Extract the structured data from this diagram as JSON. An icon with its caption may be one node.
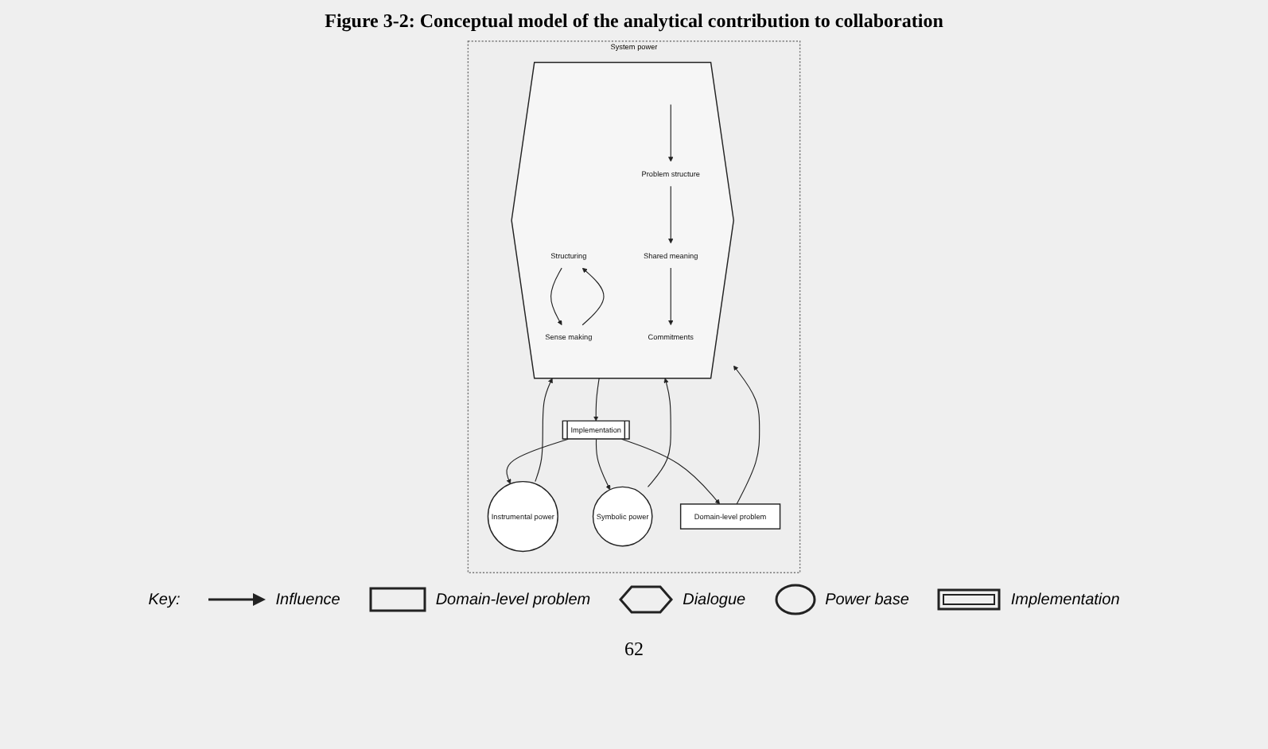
{
  "diagram": {
    "title": "Figure 3-2: Conceptual model of the analytical contribution to collaboration",
    "nodes": [
      {
        "text": [
          "System power"
        ]
      },
      {
        "text": [
          "Instrumental power"
        ],
        "in": 0
      },
      {
        "text": [],
        "shape": "hexagon",
        "in": 0
      },
      {
        "text": [
          "Structuring"
        ],
        "in": 2
      },
      {
        "text": [
          "Sense making"
        ],
        "in": 2
      },
      {
        "text": [
          "Problem structure"
        ],
        "in": 2
      },
      {
        "text": [
          "Shared meaning"
        ],
        "in": 2
      },
      {
        "text": [
          "Commitments"
        ],
        "in": 2
      },
      {
        "text": [
          "Domain-level problem"
        ],
        "in": 0
      },
      {
        "text": [
          "Symbolic power"
        ],
        "in": 0
      },
      {
        "text": [
          "Implementation"
        ],
        "in": 0
      }
    ],
    "edges": [
      {
        "from": 1,
        "to": 2,
        "arrow": "to"
      },
      {
        "from": 8,
        "to": 2,
        "arrow": "to"
      },
      {
        "from": 9,
        "to": 2,
        "arrow": "to"
      },
      {
        "from": 2,
        "to": 10,
        "arrow": "to"
      },
      {
        "from": 10,
        "to": 1,
        "arrow": "to"
      },
      {
        "from": 10,
        "to": 9,
        "arrow": "to"
      },
      {
        "from": 10,
        "to": 8,
        "arrow": "to"
      },
      {
        "from": 3,
        "to": 4,
        "arrow": "to"
      },
      {
        "from": 4,
        "to": 3,
        "arrow": "to"
      },
      {
        "from": null,
        "to": 5,
        "arrow": "to"
      },
      {
        "from": 5,
        "to": 6,
        "arrow": "to"
      },
      {
        "from": 6,
        "to": 7,
        "arrow": "to"
      }
    ],
    "labels": [
      "Key:",
      "62"
    ],
    "legend": [
      {
        "text": "Influence"
      },
      {
        "text": "Domain-level problem"
      },
      {
        "text": "Dialogue"
      },
      {
        "text": "Power base"
      },
      {
        "text": "Implementation"
      }
    ]
  }
}
